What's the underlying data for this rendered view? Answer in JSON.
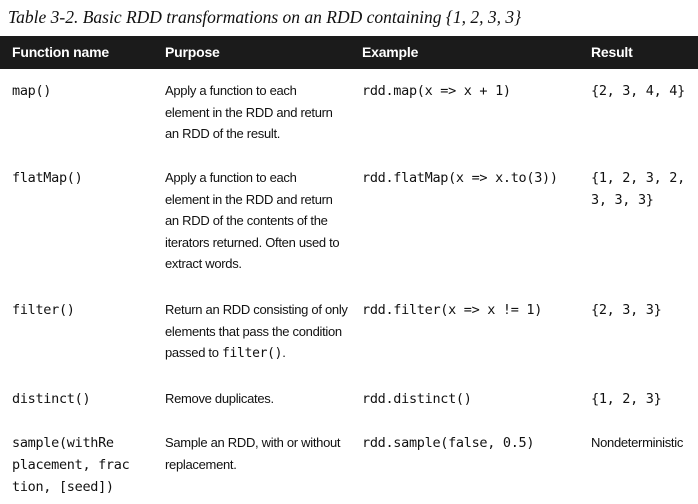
{
  "caption": "Table 3-2. Basic RDD transformations on an RDD containing {1, 2, 3, 3}",
  "columns": [
    "Function name",
    "Purpose",
    "Example",
    "Result"
  ],
  "rows": [
    {
      "function": [
        "map()"
      ],
      "purpose": [
        "Apply a function to each",
        "element in the RDD and return",
        "an RDD of the result."
      ],
      "example": "rdd.map(x => x + 1)",
      "result": [
        "{2, 3, 4, 4}"
      ]
    },
    {
      "function": [
        "flatMap()"
      ],
      "purpose": [
        "Apply a function to each",
        "element in the RDD and return",
        "an RDD of the contents of the",
        "iterators returned. Often used to",
        "extract words."
      ],
      "example": "rdd.flatMap(x => x.to(3))",
      "result": [
        "{1, 2, 3, 2,",
        "3, 3, 3}"
      ]
    },
    {
      "function": [
        "filter()"
      ],
      "purpose": [
        "Return an RDD consisting of only",
        "elements that pass the condition"
      ],
      "purpose_last_prefix": "passed to ",
      "purpose_last_code": "filter()",
      "purpose_last_suffix": ".",
      "example": "rdd.filter(x => x != 1)",
      "result": [
        "{2, 3, 3}"
      ]
    },
    {
      "function": [
        "distinct()"
      ],
      "purpose": [
        "Remove duplicates."
      ],
      "example": "rdd.distinct()",
      "result": [
        "{1, 2, 3}"
      ]
    },
    {
      "function": [
        "sample(withRe",
        "placement, frac",
        "tion, [seed])"
      ],
      "purpose": [
        "Sample an RDD, with or without",
        "replacement."
      ],
      "example": "rdd.sample(false, 0.5)",
      "result": [
        "Nondeterministic"
      ]
    }
  ]
}
